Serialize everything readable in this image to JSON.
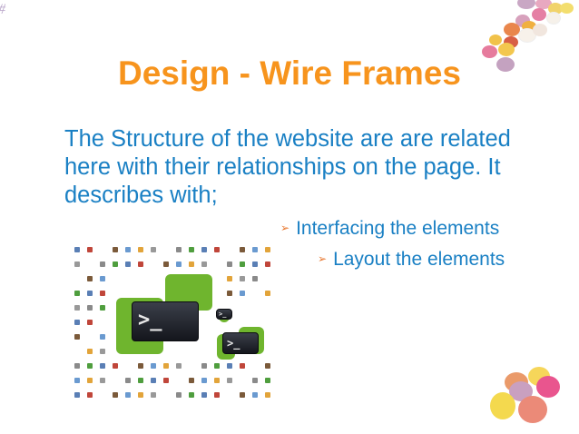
{
  "slide": {
    "number_glyph": "#",
    "title": "Design - Wire Frames",
    "body": "The Structure of the website are are related here with their relationships on the page. It describes with;",
    "bullets": [
      {
        "level": 1,
        "text": "Interfacing the elements"
      },
      {
        "level": 2,
        "text": "Layout the elements"
      }
    ],
    "bullet_glyph": "➢",
    "images": {
      "icons_collage": {
        "terminal_prompt_large": ">_",
        "terminal_prompt_small": ">_"
      },
      "top_right": "candy-eggs-scattered",
      "bottom_right": "candy-eggs-cluster"
    },
    "colors": {
      "title": "#f7941d",
      "body": "#1a80c4",
      "bullet_arrow": "#e8762d",
      "terminal_green": "#6fb52e"
    }
  }
}
